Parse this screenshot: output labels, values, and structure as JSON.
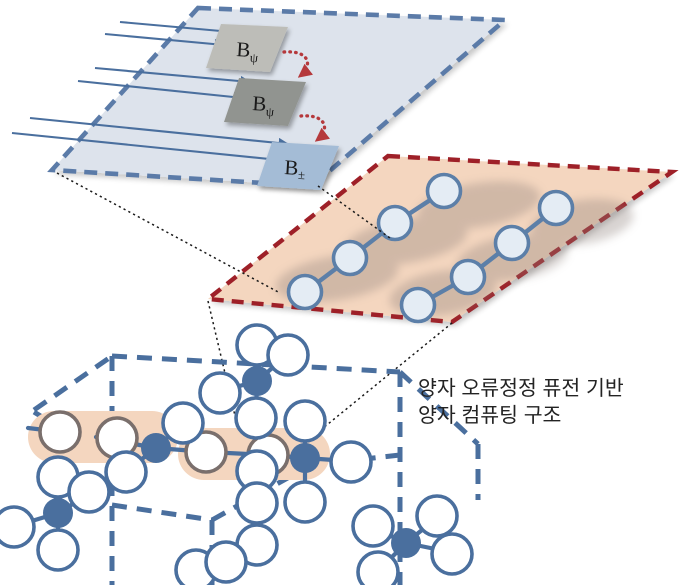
{
  "figure": {
    "kind": "architecture-diagram",
    "caption_line1": "양자 오류정정 퓨전 기반",
    "caption_line2": "양자 컴퓨팅 구조",
    "caption_full": "양자 오류정정 퓨전 기반\n양자 컴퓨팅 구조"
  },
  "colors": {
    "blue_stroke": "#4a6f9e",
    "blue_plane_fill": "#dde3ec",
    "blue_plane_border": "#5b7ba8",
    "orange_plane_fill": "#f4d6bf",
    "orange_plane_border": "#9e2028",
    "grey_box_fill": "#bdbdb8",
    "blue_box_fill": "#a4bcd6",
    "node_fill": "#e4ecf4",
    "node_stroke": "#5c7fa8",
    "solid_node_fill": "#4a6f9e",
    "highlight_pill": "#f4d6bf",
    "red_dotted_arrow": "#b5393c",
    "dotted_guide": "#1a1a1a",
    "shadow_ellipse": "#b9aca6",
    "text": "#232323"
  },
  "top_plane": {
    "name": "fusion-measurement-plane",
    "boxes": [
      {
        "id": "box-1",
        "base": "B",
        "sub": "ψ",
        "fill": "grey"
      },
      {
        "id": "box-2",
        "base": "B",
        "sub": "ψ",
        "fill": "grey"
      },
      {
        "id": "box-3",
        "base": "B",
        "sub": "±",
        "fill": "blue"
      }
    ],
    "incoming_arrow_count": 6,
    "red_dotted_arrow_count": 2
  },
  "middle_plane": {
    "name": "qubit-chain-plane",
    "node_count": 8,
    "chain_count": 2,
    "nodes_per_chain": 4,
    "pill_group_count": 4
  },
  "bottom_lattice": {
    "name": "diamond-lattice-cluster-state",
    "solid_node_count": 5,
    "open_node_count": 24,
    "highlight_pill_count": 2
  },
  "guides": {
    "dotted_link_count": 4
  }
}
